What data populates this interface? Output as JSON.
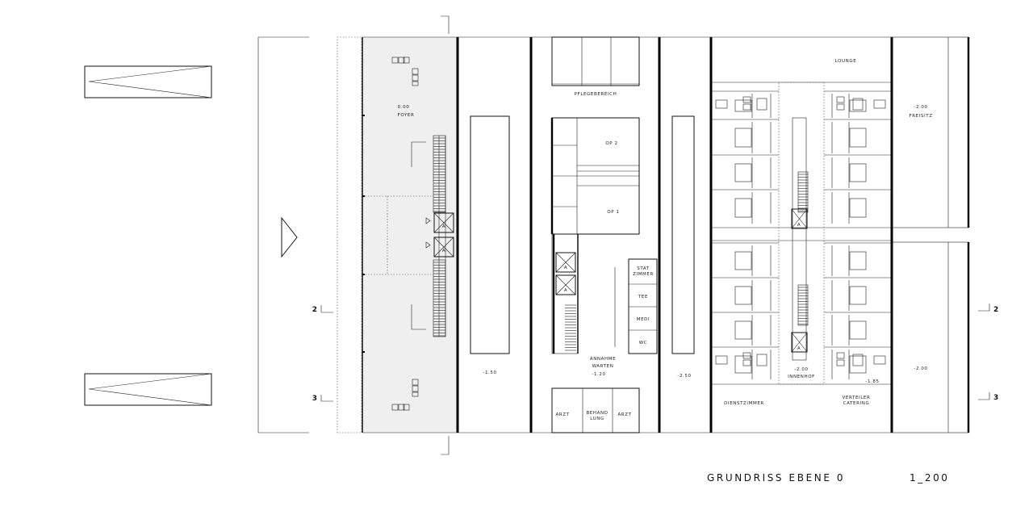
{
  "title": "GRUNDRISS EBENE 0",
  "scale": "1_200",
  "section_marks": {
    "left_2": "2",
    "left_3": "3",
    "right_2": "2",
    "right_3": "3"
  },
  "rooms": {
    "foyer_level": "0.00",
    "foyer": "FOYER",
    "pflegebereich": "PFLEGEBEREICH",
    "op2": "OP 2",
    "op1": "OP 1",
    "stat_zimmer": "STAT\nZIMMER",
    "tee": "TEE",
    "medi": "MEDI",
    "wc": "WC",
    "annahme": "ANNAHME",
    "warten": "WARTEN",
    "level_mid": "-1.20",
    "arzt_left": "ARZT",
    "behandlung": "BEHAND\nLUNG",
    "arzt_right": "ARZT",
    "level_left_gap": "-1.50",
    "level_right_gap": "-2.50",
    "lounge": "LOUNGE",
    "freisitz_level": "-2.00",
    "freisitz": "FREISITZ",
    "innenhof_level": "-2.00",
    "innenhof": "INNENHOF",
    "level_bottom_right": "-2.00",
    "level_verteiler": "-1.85",
    "dienstzimmer": "DIENSTZIMMER",
    "verteiler": "VERTEILER",
    "catering": "CATERING"
  },
  "elevator_label": "A"
}
